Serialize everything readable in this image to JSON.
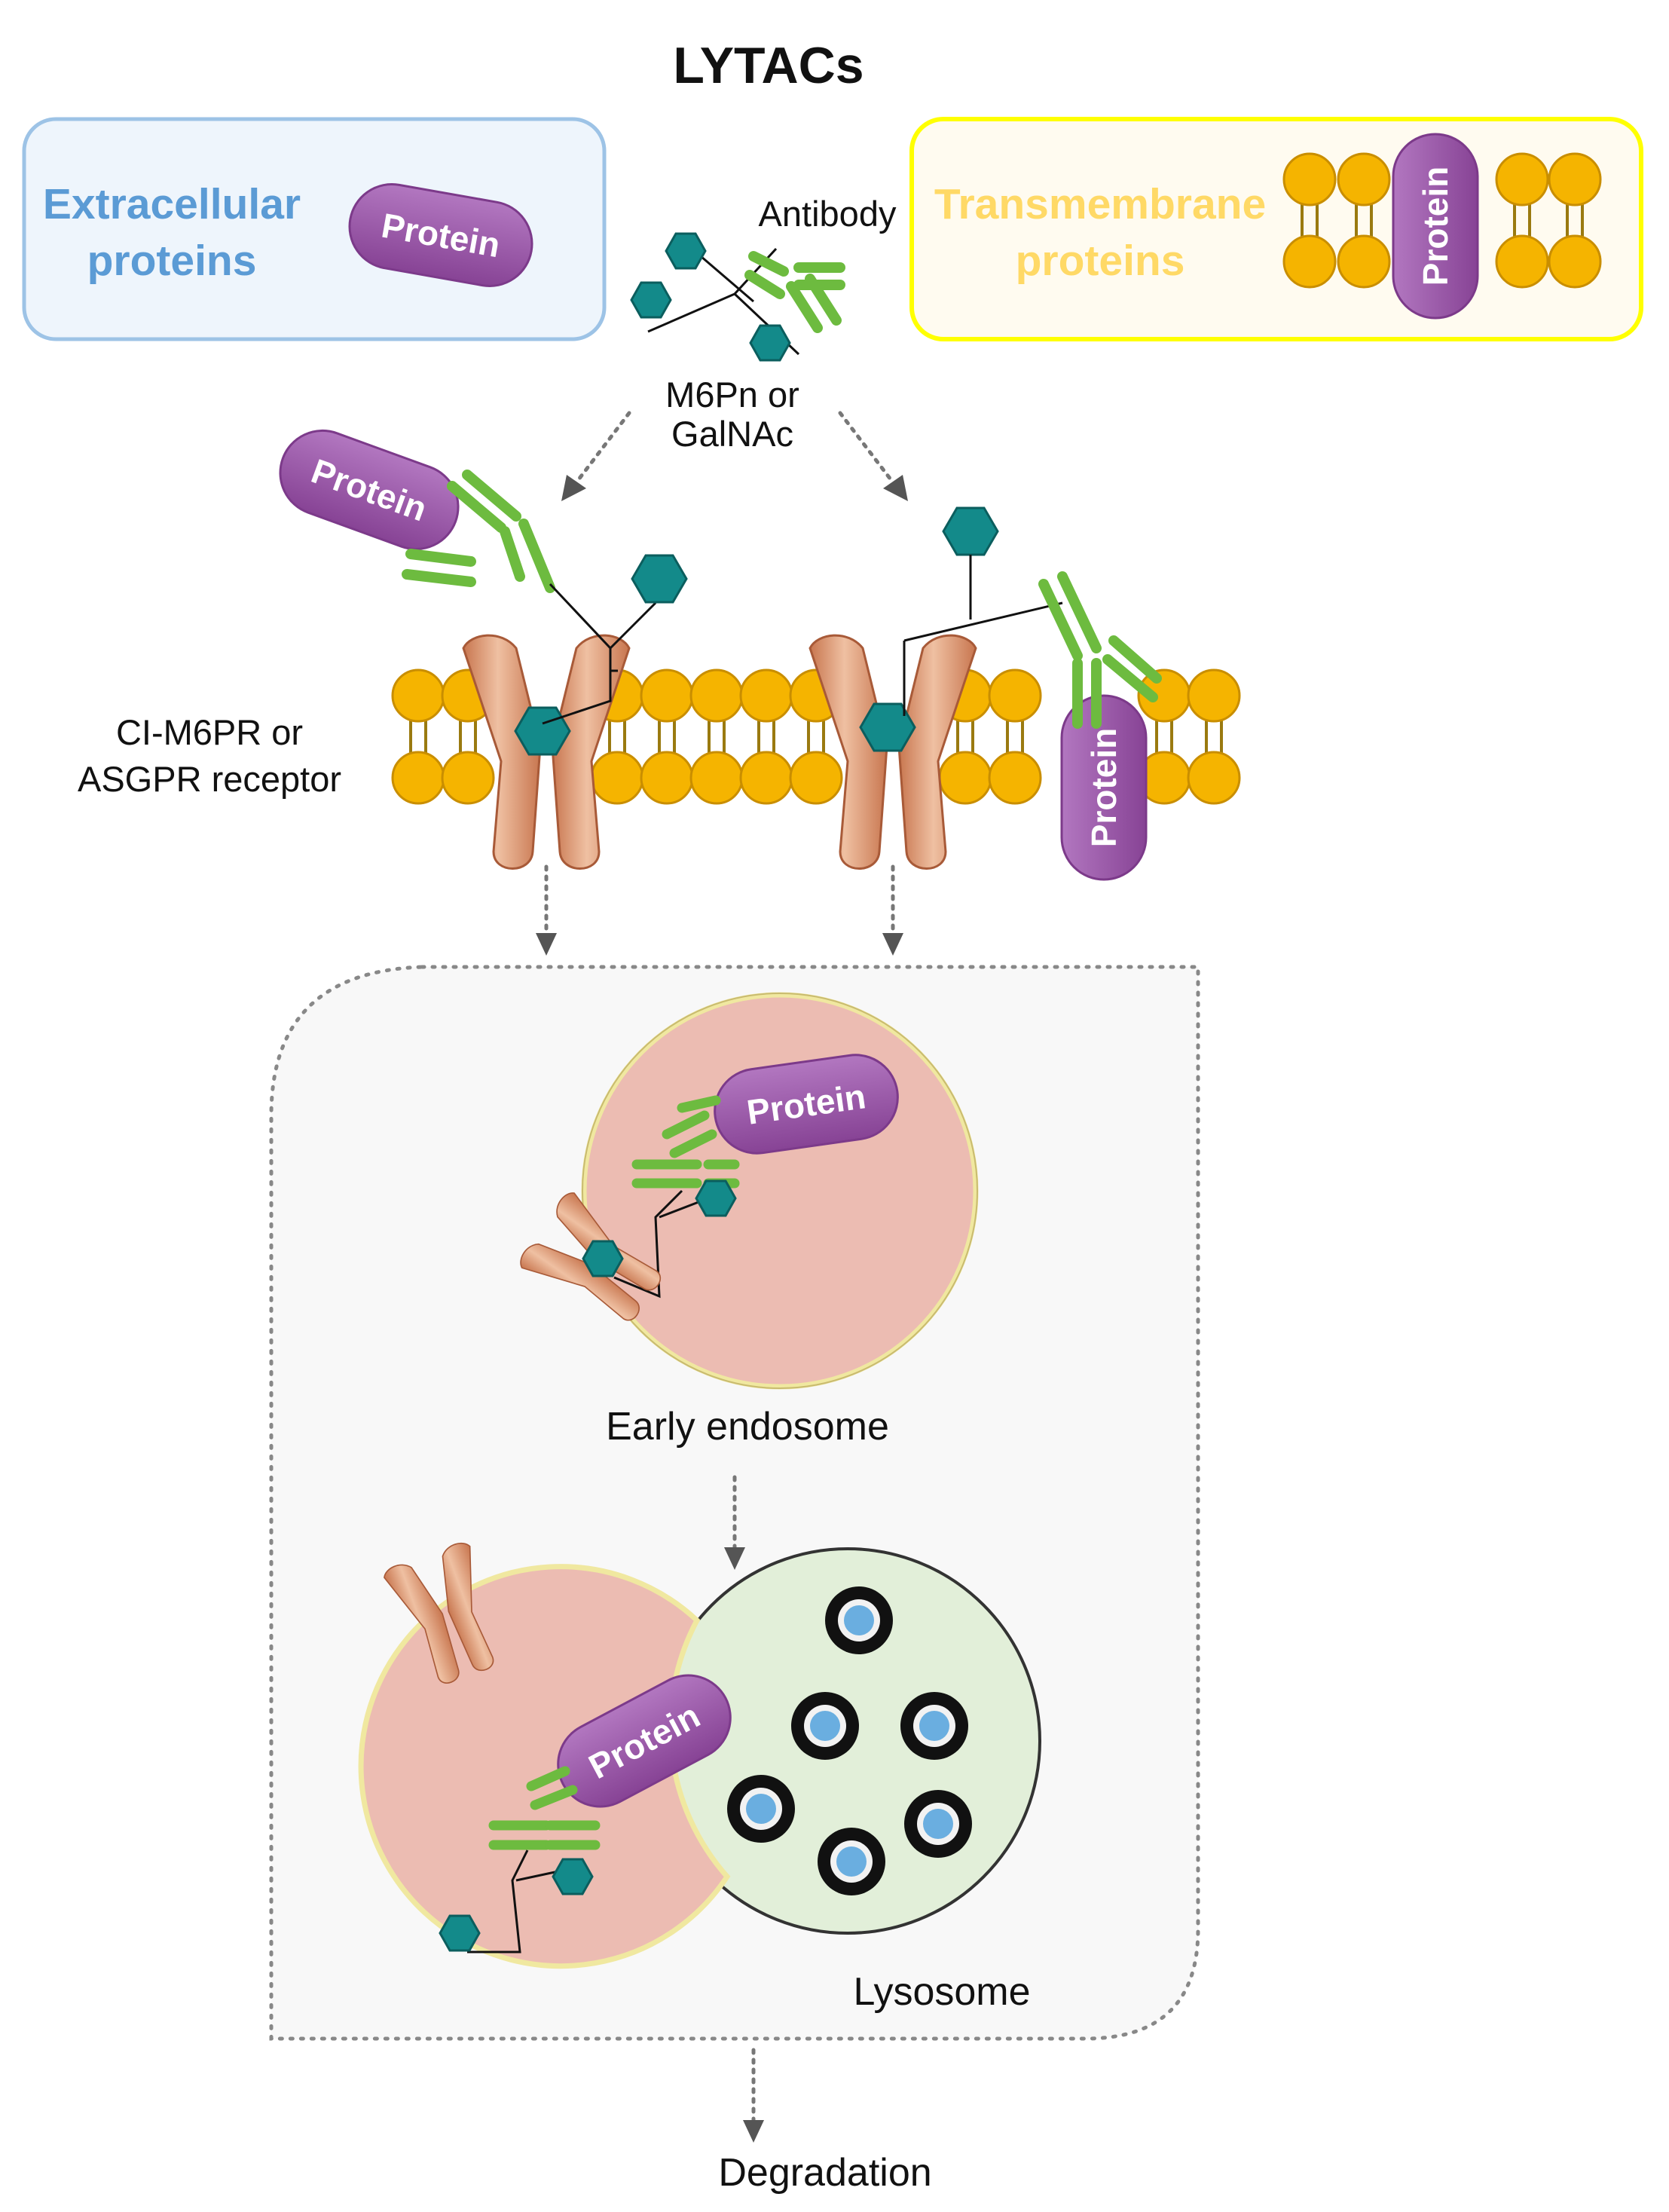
{
  "title": "LYTACs",
  "categories": {
    "extracellular": {
      "line1": "Extracellular",
      "line2": "proteins",
      "color": "#5b9bd5",
      "box_fill": "#eef5fc",
      "box_stroke": "#9dc3e6"
    },
    "transmembrane": {
      "line1": "Transmembrane",
      "line2": "proteins",
      "color": "#ffd966",
      "box_fill": "#fffbf0",
      "box_stroke": "#ffff00"
    }
  },
  "labels": {
    "antibody": "Antibody",
    "ligand_line1": "M6Pn or",
    "ligand_line2": "GalNAc",
    "receptor_line1": "CI-M6PR or",
    "receptor_line2": "ASGPR receptor",
    "early_endosome": "Early endosome",
    "lysosome": "Lysosome",
    "degradation": "Degradation",
    "protein": "Protein"
  },
  "colors": {
    "protein": "#9b59a9",
    "antibody": "#6dbb3f",
    "ligand": "#138a8a",
    "lipid_head": "#f5b400",
    "receptor": "#d99068",
    "endosome": "#ecbcb2",
    "lysosome": "#e2efd9"
  }
}
